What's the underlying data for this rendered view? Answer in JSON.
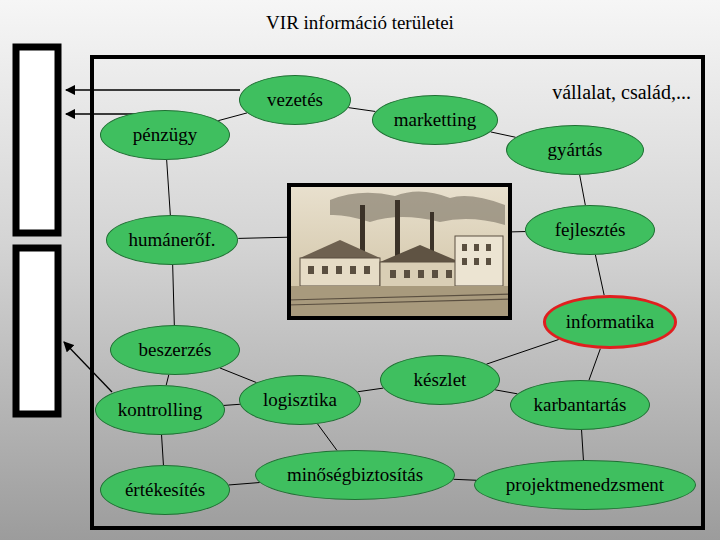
{
  "diagram": {
    "title": "VIR információ területei",
    "nodes": [
      {
        "text": [
          "vállalat, család,..."
        ]
      },
      {
        "text": [
          "vezetés"
        ],
        "in": 0
      },
      {
        "text": [
          "pénzügy"
        ],
        "in": 0
      },
      {
        "text": [
          "marketting"
        ],
        "in": 0
      },
      {
        "text": [
          "gyártás"
        ],
        "in": 0
      },
      {
        "text": [
          "humánerőf."
        ],
        "in": 0
      },
      {
        "text": [
          "fejlesztés"
        ],
        "in": 0
      },
      {
        "text": [
          "informatika"
        ],
        "in": 0
      },
      {
        "text": [
          "beszerzés"
        ],
        "in": 0
      },
      {
        "text": [
          "kontrolling"
        ],
        "in": 0
      },
      {
        "text": [
          "logisztika"
        ],
        "in": 0
      },
      {
        "text": [
          "készlet"
        ],
        "in": 0
      },
      {
        "text": [
          "karbantartás"
        ],
        "in": 0
      },
      {
        "text": [
          "értékesítés"
        ],
        "in": 0
      },
      {
        "text": [
          "minőségbiztosítás"
        ],
        "in": 0
      },
      {
        "text": [
          "projektmenedzsment"
        ],
        "in": 0
      }
    ],
    "edges": [
      {
        "from": 1,
        "to": 2,
        "arrow": "none"
      },
      {
        "from": 1,
        "to": 3,
        "arrow": "none"
      },
      {
        "from": 3,
        "to": 4,
        "arrow": "none"
      },
      {
        "from": 2,
        "to": 5,
        "arrow": "none"
      },
      {
        "from": 4,
        "to": 6,
        "arrow": "none"
      },
      {
        "from": 6,
        "to": 7,
        "arrow": "none"
      },
      {
        "from": 5,
        "to": 8,
        "arrow": "none"
      },
      {
        "from": 5,
        "to": 6,
        "arrow": "none"
      },
      {
        "from": 8,
        "to": 9,
        "arrow": "none"
      },
      {
        "from": 9,
        "to": 13,
        "arrow": "none"
      },
      {
        "from": 8,
        "to": 10,
        "arrow": "none"
      },
      {
        "from": 9,
        "to": 10,
        "arrow": "none"
      },
      {
        "from": 10,
        "to": 11,
        "arrow": "none"
      },
      {
        "from": 11,
        "to": 12,
        "arrow": "none"
      },
      {
        "from": 7,
        "to": 11,
        "arrow": "none"
      },
      {
        "from": 7,
        "to": 12,
        "arrow": "none"
      },
      {
        "from": 10,
        "to": 14,
        "arrow": "none"
      },
      {
        "from": 13,
        "to": 14,
        "arrow": "none"
      },
      {
        "from": 14,
        "to": 15,
        "arrow": "none"
      },
      {
        "from": 12,
        "to": 15,
        "arrow": "none"
      }
    ]
  }
}
